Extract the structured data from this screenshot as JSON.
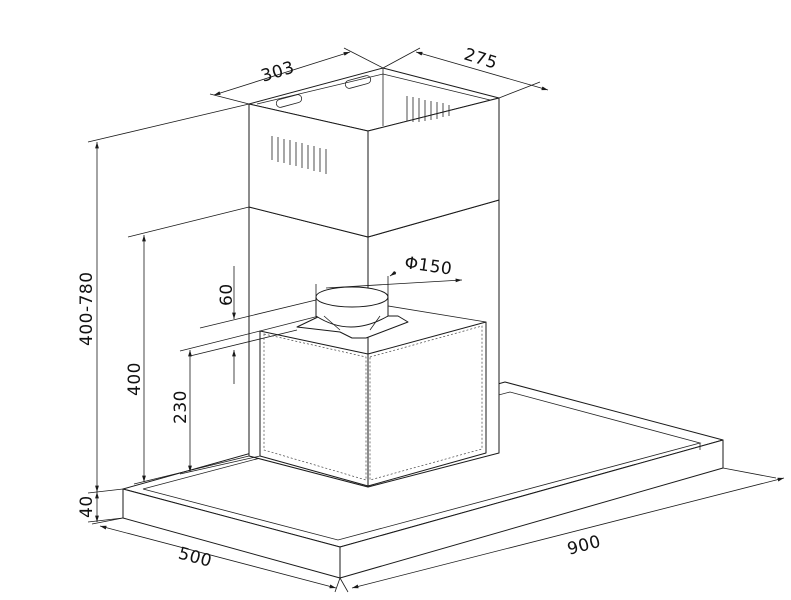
{
  "dimensions": {
    "chimney_width": "303",
    "chimney_depth": "275",
    "chimney_height": "400-780",
    "duct_diameter": "Φ150",
    "collar_height": "60",
    "canopy_height": "400",
    "box_height": "230",
    "glass_thickness": "40",
    "hood_depth": "500",
    "hood_width": "900"
  }
}
